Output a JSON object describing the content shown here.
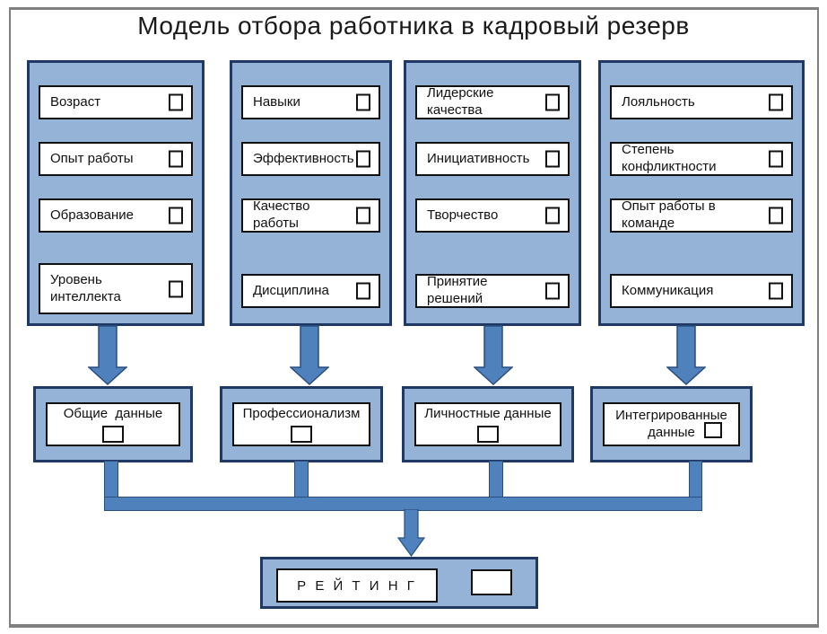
{
  "title": "Модель отбора работника в кадровый резерв",
  "columns": [
    {
      "items": [
        "Возраст",
        "Опыт работы",
        "Образование",
        "Уровень интеллекта"
      ]
    },
    {
      "items": [
        "Навыки",
        "Эффективность",
        "Качество работы",
        "Дисциплина"
      ]
    },
    {
      "items": [
        "Лидерские качества",
        "Инициативность",
        "Творчество",
        "Принятие решений"
      ]
    },
    {
      "items": [
        "Лояльность",
        "Степень конфликтности",
        "Опыт работы в команде",
        "Коммуникация"
      ]
    }
  ],
  "summary_boxes": [
    {
      "label": "Общие  данные"
    },
    {
      "label": "Профессионализм"
    },
    {
      "label": "Личностные данные"
    },
    {
      "label": "Интегрированные данные"
    }
  ],
  "rating": {
    "label": "Р Е Й Т И Н Г"
  },
  "colors": {
    "panel-fill": "#95B3D7",
    "panel-border": "#1F3864",
    "arrow-fill": "#4F81BD",
    "arrow-stroke": "#2A4E7E",
    "frame-border": "#808080"
  }
}
